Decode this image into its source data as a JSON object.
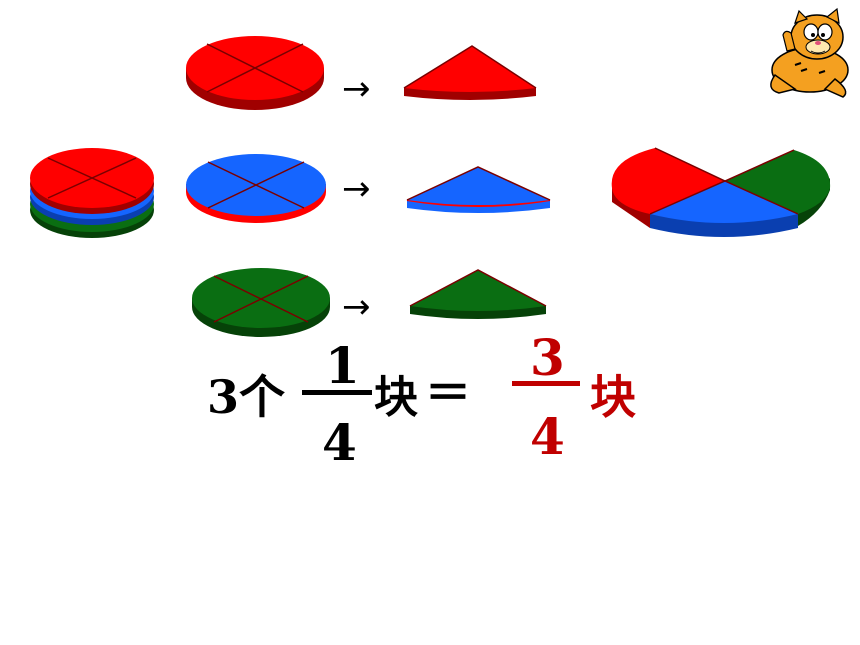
{
  "colors": {
    "red": "#ff0000",
    "red_side": "#a00000",
    "blue": "#1565ff",
    "blue_side": "#0a3fb0",
    "green": "#0a6e12",
    "green_side": "#064208",
    "cut_line": "#7a0000",
    "black_text": "#000000",
    "answer_text": "#c00000"
  },
  "arrows": [
    "→",
    "→",
    "→"
  ],
  "equation": {
    "count": "3个",
    "left_numerator": "1",
    "left_denominator": "4",
    "left_unit": "块",
    "equals": "＝",
    "right_numerator": "3",
    "right_denominator": "4",
    "right_unit": "块"
  },
  "mascot_icon": "garfield-cat-icon"
}
